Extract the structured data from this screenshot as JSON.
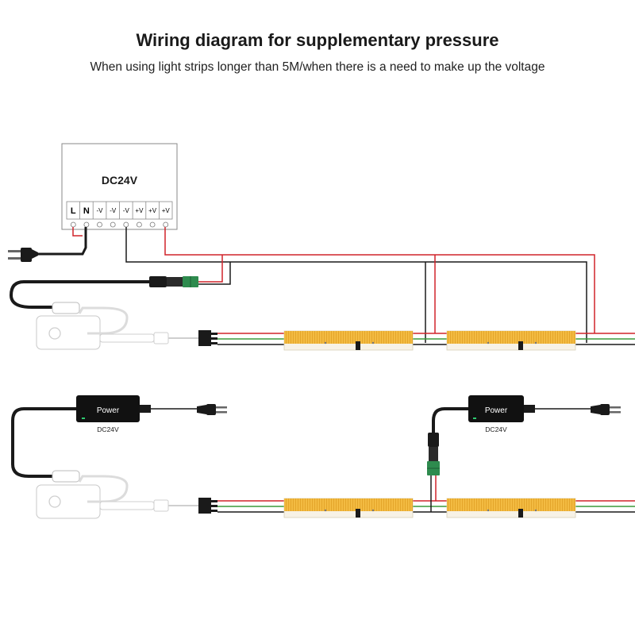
{
  "header": {
    "title": "Wiring diagram for supplementary pressure",
    "subtitle": "When using light strips longer than 5M/when there is a need to make up the voltage"
  },
  "psu_box": {
    "label": "DC24V",
    "terminals": [
      "L",
      "N",
      "-V",
      "-V",
      "-V",
      "+V",
      "+V",
      "+V"
    ]
  },
  "adapters": [
    {
      "label": "Power",
      "sublabel": "DC24V"
    },
    {
      "label": "Power",
      "sublabel": "DC24V"
    }
  ],
  "colors": {
    "wire_red": "#d0232a",
    "wire_black": "#1a1a1a",
    "wire_green": "#3a9a3a",
    "strip_yellow": "#f2b63a",
    "strip_base": "#f7f2e6"
  }
}
